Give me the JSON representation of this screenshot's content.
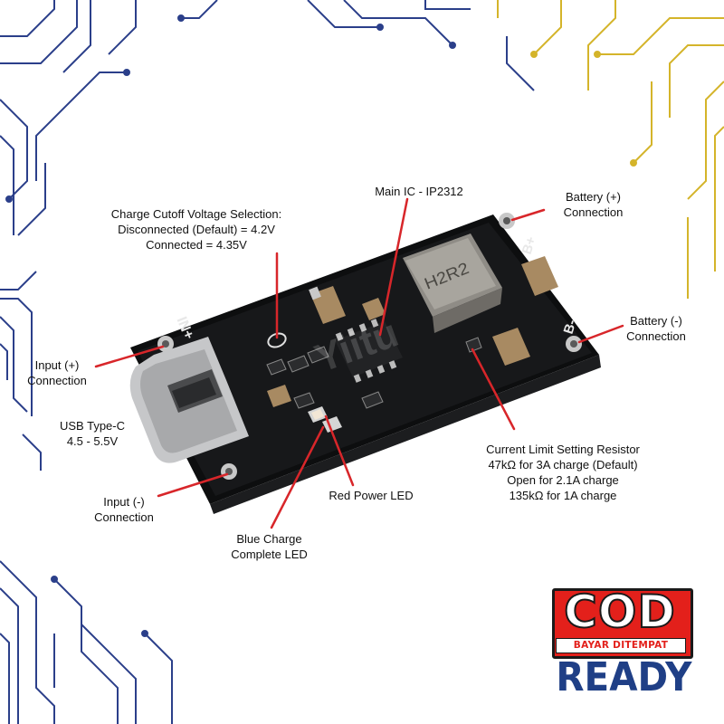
{
  "labels": {
    "cutoff": [
      "Charge Cutoff Voltage Selection:",
      "Disconnected (Default) = 4.2V",
      "Connected = 4.35V"
    ],
    "main_ic": [
      "Main IC - IP2312"
    ],
    "battery_plus": [
      "Battery (+)",
      "Connection"
    ],
    "battery_minus": [
      "Battery (-)",
      "Connection"
    ],
    "input_plus": [
      "Input (+)",
      "Connection"
    ],
    "usb_type_c": [
      "USB Type-C",
      "4.5 - 5.5V"
    ],
    "input_minus": [
      "Input (-)",
      "Connection"
    ],
    "current_limit": [
      "Current Limit Setting Resistor",
      "47kΩ for 3A charge (Default)",
      "Open for 2.1A charge",
      "135kΩ for 1A charge"
    ],
    "red_led": [
      "Red Power LED"
    ],
    "blue_led": [
      "Blue Charge",
      "Complete LED"
    ]
  },
  "silkscreen": {
    "in_plus": "+NI",
    "b_plus": "B+",
    "b_minus": "B-",
    "inductor": "H2R2"
  },
  "watermark": "Yiitu",
  "badge": {
    "cod": "COD",
    "cod_sub": "BAYAR DITEMPAT",
    "ready": "READY"
  },
  "colors": {
    "pointer": "#d8262a",
    "pcb": "#121314",
    "circuit_blue": "#2b3f8a",
    "circuit_gold": "#d4b42a",
    "cod_red": "#e3201b",
    "ready_blue": "#1f3f86"
  }
}
